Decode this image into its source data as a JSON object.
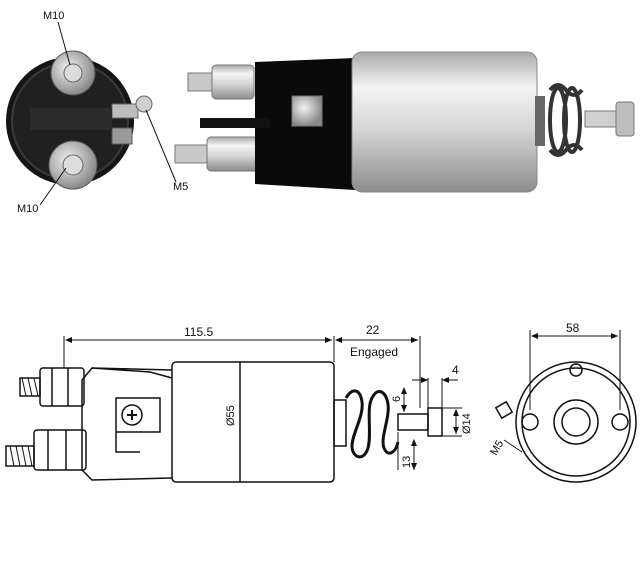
{
  "photo": {
    "end_view_labels": {
      "top_terminal": "M10",
      "bottom_terminal": "M10",
      "small_terminal": "M5"
    }
  },
  "drawing": {
    "body_length": "115.5",
    "stroke_length": "22",
    "stroke_note": "Engaged",
    "body_diameter": "Ø55",
    "plunger_offset": "4",
    "plunger_diameter": "Ø14",
    "plunger_length": "13",
    "spring_offset": "6",
    "end_width": "58",
    "stud_thread": "M5"
  },
  "colors": {
    "metal": "#c9c9c9",
    "cap": "#0a0a0a",
    "line": "#111111"
  }
}
